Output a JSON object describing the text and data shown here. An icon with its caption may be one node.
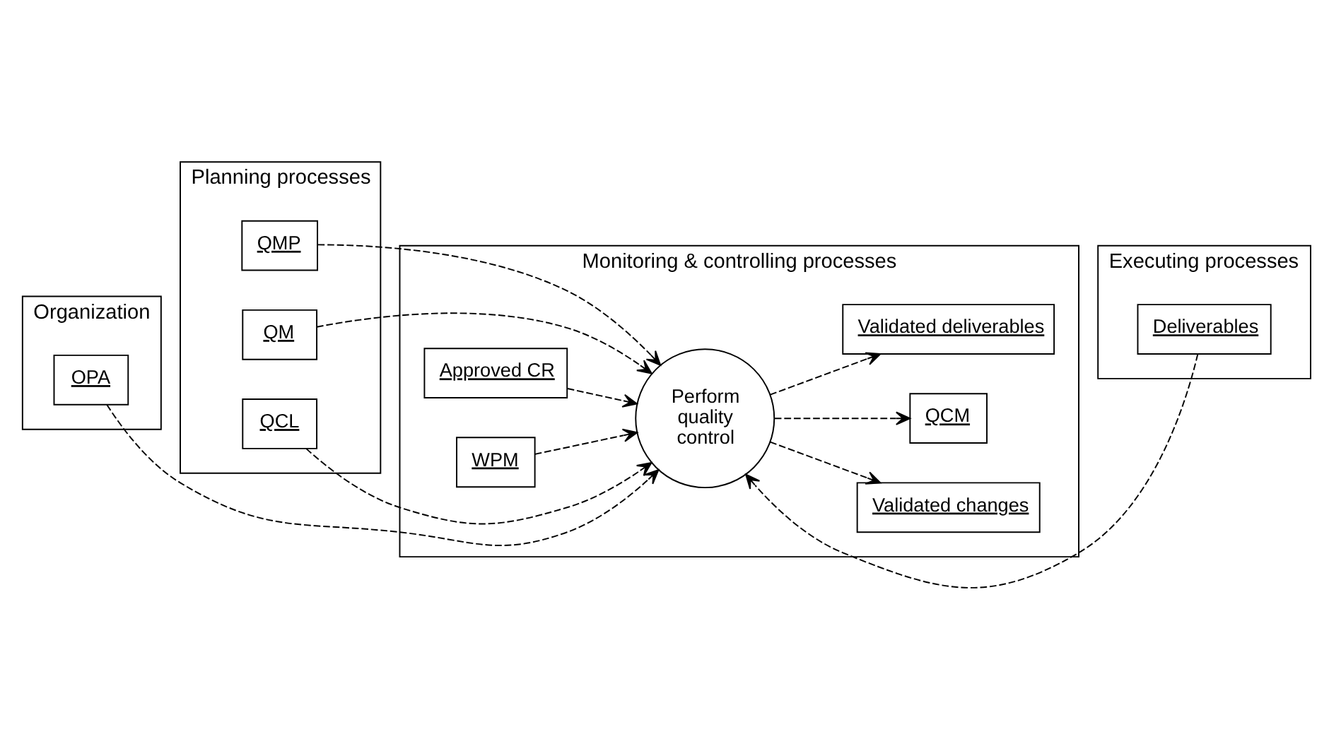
{
  "diagram": {
    "nodes": [
      {
        "text": [
          "Organization"
        ]
      },
      {
        "text": [
          "Planning processes"
        ]
      },
      {
        "text": [
          "Monitoring & controlling processes"
        ]
      },
      {
        "text": [
          "Executing processes"
        ]
      },
      {
        "text": [
          "QMP"
        ],
        "in": 1
      },
      {
        "text": [
          "Approved CR"
        ],
        "in": 2
      },
      {
        "text": [
          "WPM"
        ],
        "in": 2
      },
      {
        "text": [
          "QM"
        ],
        "in": 1
      },
      {
        "text": [
          "Deliverables"
        ],
        "in": 3
      },
      {
        "text": [
          "Perform quality control"
        ],
        "in": 2
      },
      {
        "text": [
          "QCL"
        ],
        "in": 1
      },
      {
        "text": [
          "Validated changes"
        ],
        "in": 2
      },
      {
        "text": [
          "OPA"
        ],
        "in": 0
      },
      {
        "text": [
          "QCM"
        ],
        "in": 2
      },
      {
        "text": [
          "Validated deliverables"
        ],
        "in": 2
      }
    ],
    "edges": [
      {
        "from": 4,
        "to": 9,
        "arrow": "to",
        "style": "dashed"
      },
      {
        "from": 5,
        "to": 9,
        "arrow": "to",
        "style": "dashed"
      },
      {
        "from": 6,
        "to": 9,
        "arrow": "to",
        "style": "dashed"
      },
      {
        "from": 7,
        "to": 9,
        "arrow": "to",
        "style": "dashed"
      },
      {
        "from": 8,
        "to": 9,
        "arrow": "to",
        "style": "dashed"
      },
      {
        "from": 10,
        "to": 9,
        "arrow": "to",
        "style": "dashed"
      },
      {
        "from": 12,
        "to": 9,
        "arrow": "to",
        "style": "dashed"
      },
      {
        "from": 9,
        "to": 11,
        "arrow": "to",
        "style": "dashed"
      },
      {
        "from": 9,
        "to": 13,
        "arrow": "to",
        "style": "dashed"
      },
      {
        "from": 9,
        "to": 14,
        "arrow": "to",
        "style": "dashed"
      }
    ]
  }
}
